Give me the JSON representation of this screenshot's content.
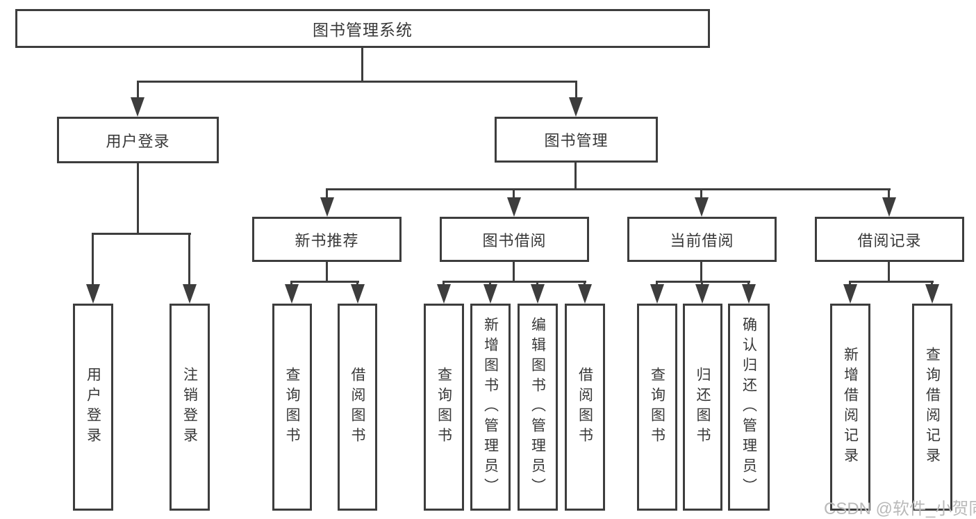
{
  "root": {
    "label": "图书管理系统"
  },
  "modules": [
    {
      "label": "用户登录",
      "children": [
        {
          "label": "用户登录"
        },
        {
          "label": "注销登录"
        }
      ]
    },
    {
      "label": "图书管理",
      "groups": [
        {
          "label": "新书推荐",
          "children": [
            {
              "label": "查询图书"
            },
            {
              "label": "借阅图书"
            }
          ]
        },
        {
          "label": "图书借阅",
          "children": [
            {
              "label": "查询图书"
            },
            {
              "label": "新增图书（管理员）"
            },
            {
              "label": "编辑图书（管理员）"
            },
            {
              "label": "借阅图书"
            }
          ]
        },
        {
          "label": "当前借阅",
          "children": [
            {
              "label": "查询图书"
            },
            {
              "label": "归还图书"
            },
            {
              "label": "确认归还（管理员）"
            }
          ]
        },
        {
          "label": "借阅记录",
          "children": [
            {
              "label": "新增借阅记录"
            },
            {
              "label": "查询借阅记录"
            }
          ]
        }
      ]
    }
  ],
  "watermark": "CSDN @软件_小贺同学",
  "colors": {
    "line": "#3d3d3d",
    "text": "#383838",
    "watermark": "#b9b9b9",
    "background": "#ffffff"
  }
}
